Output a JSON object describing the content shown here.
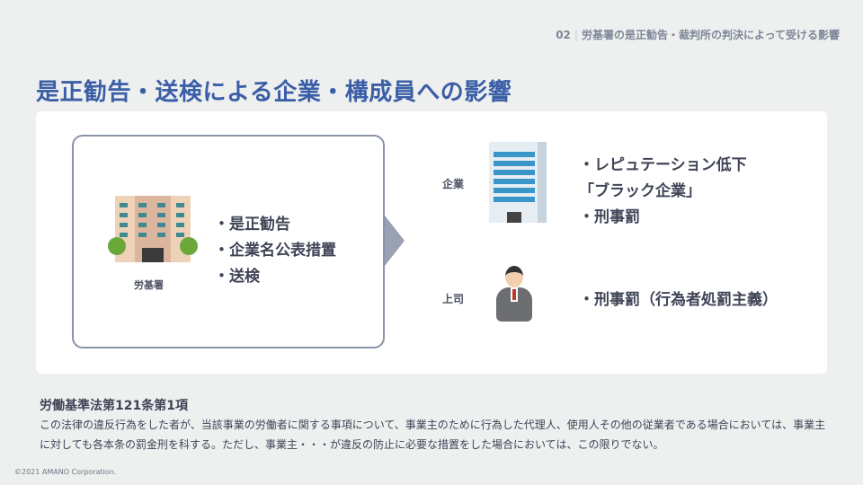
{
  "header": {
    "number": "02",
    "section": "労基署の是正勧告・裁判所の判決によって受ける影響"
  },
  "title": "是正勧告・送検による企業・構成員への影響",
  "left": {
    "label": "労基署",
    "items": [
      "・是正勧告",
      "・企業名公表措置",
      "・送検"
    ]
  },
  "right": {
    "company": {
      "label": "企業",
      "items": [
        "・レピュテーション低下",
        "「ブラック企業」",
        "・刑事罰"
      ]
    },
    "boss": {
      "label": "上司",
      "items": [
        "・刑事罰（行為者処罰主義）"
      ]
    }
  },
  "law": {
    "title": "労働基準法第121条第1項",
    "body": "この法律の違反行為をした者が、当該事業の労働者に関する事項について、事業主のために行為した代理人、使用人その他の従業者である場合においては、事業主に対しても各本条の罰金刑を科する。ただし、事業主・・・が違反の防止に必要な措置をした場合においては、この限りでない。"
  },
  "footer": {
    "copyright": "©2021 AMANO Corporation."
  }
}
